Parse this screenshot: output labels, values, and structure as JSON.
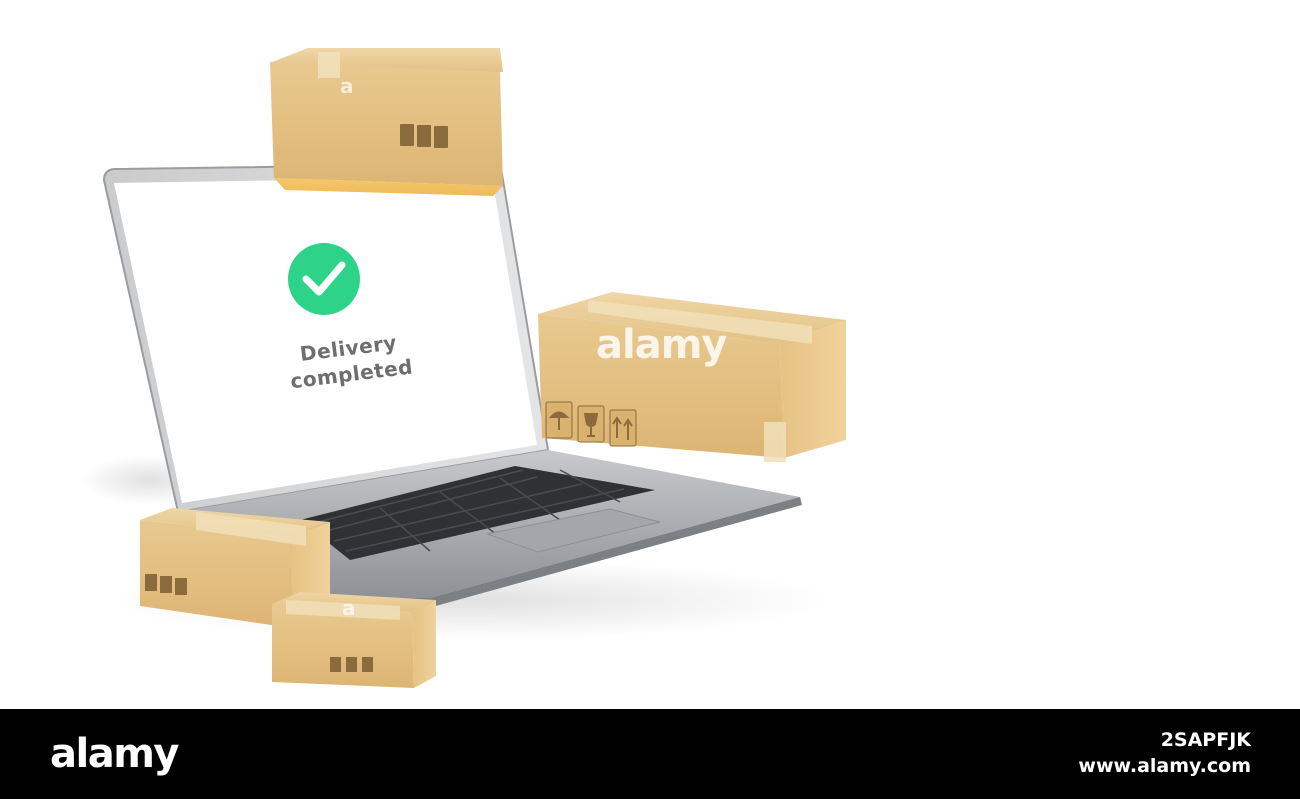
{
  "screen": {
    "line1": "Delivery",
    "line2": "completed"
  },
  "watermark": {
    "center": "alamy",
    "small": "a"
  },
  "footer": {
    "logo": "alamy",
    "image_id": "2SAPFJK",
    "url": "www.alamy.com"
  },
  "colors": {
    "check_green": "#2ed38a",
    "box_tan": "#e7c586",
    "laptop_silver": "#b4b6b9",
    "footer_bg": "#000000"
  },
  "icons": [
    "check-circle-icon",
    "umbrella-icon",
    "fragile-glass-icon",
    "this-side-up-icon"
  ]
}
